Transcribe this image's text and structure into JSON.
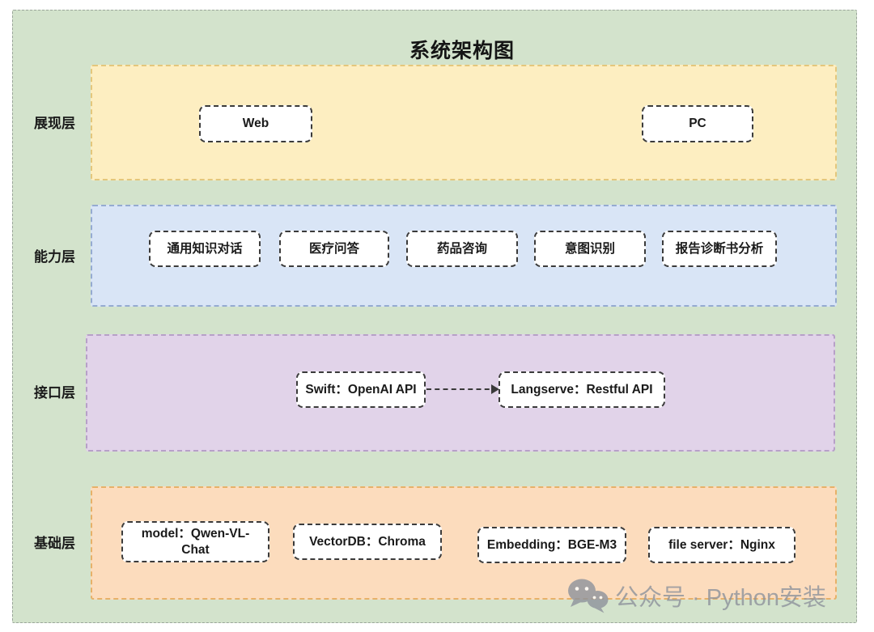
{
  "title": "系统架构图",
  "canvas": {
    "bg": "#d3e3cc",
    "border": "#9aa59a"
  },
  "box_style": {
    "bg": "#ffffff",
    "border": "#3b3b3b"
  },
  "layers": [
    {
      "label": "展现层",
      "bg": "#fdeec1",
      "border": "#e4c77c",
      "boxes": [
        "Web",
        "PC"
      ]
    },
    {
      "label": "能力层",
      "bg": "#d9e5f6",
      "border": "#95abd1",
      "boxes": [
        "通用知识对话",
        "医疗问答",
        "药品咨询",
        "意图识别",
        "报告诊断书分析"
      ]
    },
    {
      "label": "接口层",
      "bg": "#e1d3e9",
      "border": "#b7a0c8",
      "boxes": [
        "Swift：OpenAI API",
        "Langserve：Restful API"
      ],
      "arrow": {
        "from": "Swift：OpenAI API",
        "to": "Langserve：Restful API",
        "style": "dashed"
      }
    },
    {
      "label": "基础层",
      "bg": "#fcdcbd",
      "border": "#e7b169",
      "boxes": [
        "model：Qwen-VL-Chat",
        "VectorDB：Chroma",
        "Embedding：BGE-M3",
        "file server：Nginx"
      ]
    }
  ],
  "watermark": {
    "icon": "wechat-icon",
    "text": "公众号 · Python安装",
    "color": "#8e939c"
  }
}
